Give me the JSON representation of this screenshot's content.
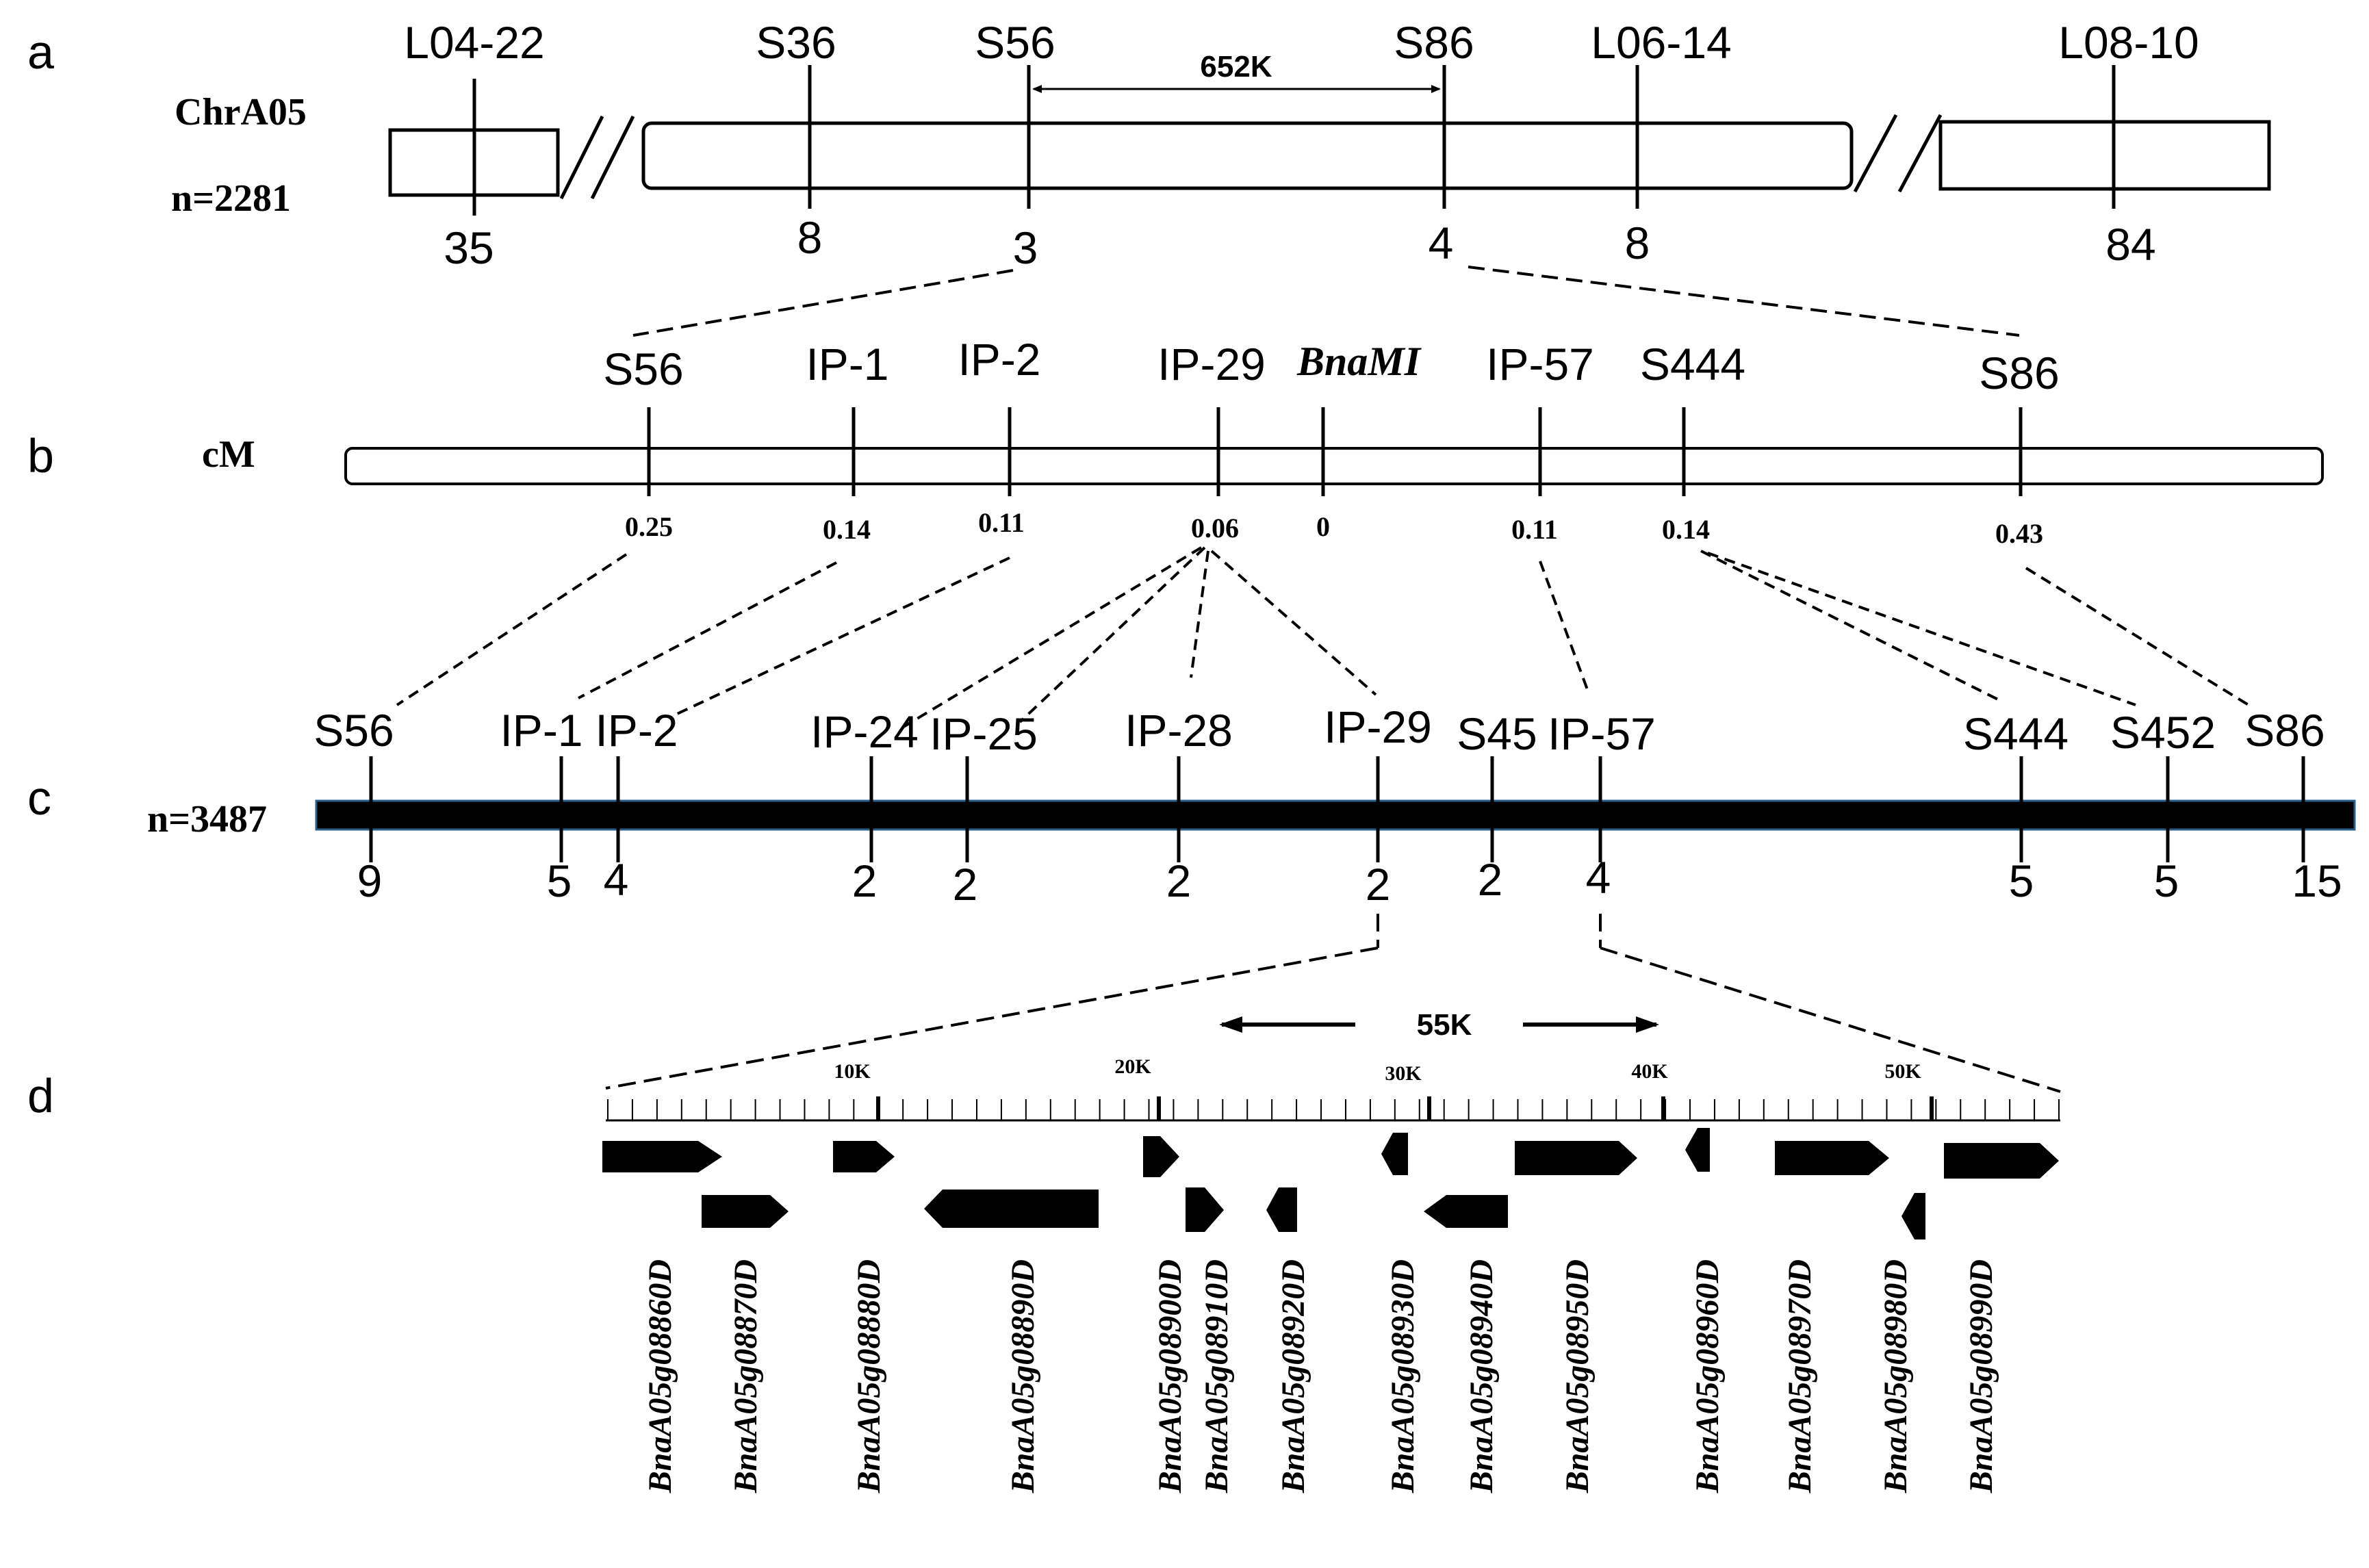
{
  "panels": {
    "a": {
      "letter": "a",
      "chrom_label": "ChrA05",
      "n_label": "n=2281",
      "markers": [
        {
          "name": "L04-22",
          "count": "35"
        },
        {
          "name": "S36",
          "count": "8"
        },
        {
          "name": "S56",
          "count": "3"
        },
        {
          "name": "S86",
          "count": "4"
        },
        {
          "name": "L06-14",
          "count": "8"
        },
        {
          "name": "L08-10",
          "count": "84"
        }
      ],
      "interval_label": "652K"
    },
    "b": {
      "letter": "b",
      "unit_label": "cM",
      "markers": [
        {
          "name": "S56",
          "cm": "0.25"
        },
        {
          "name": "IP-1",
          "cm": "0.14"
        },
        {
          "name": "IP-2",
          "cm": "0.11"
        },
        {
          "name": "IP-29",
          "cm": "0.06"
        },
        {
          "name": "BnaMI",
          "cm": "0"
        },
        {
          "name": "IP-57",
          "cm": "0.11"
        },
        {
          "name": "S444",
          "cm": "0.14"
        },
        {
          "name": "S86",
          "cm": "0.43"
        }
      ]
    },
    "c": {
      "letter": "c",
      "n_label": "n=3487",
      "markers": [
        {
          "name": "S56",
          "count": "9"
        },
        {
          "name": "IP-1",
          "count": "5"
        },
        {
          "name": "IP-2",
          "count": "4"
        },
        {
          "name": "IP-24",
          "count": "2"
        },
        {
          "name": "IP-25",
          "count": "2"
        },
        {
          "name": "IP-28",
          "count": "2"
        },
        {
          "name": "IP-29",
          "count": "2"
        },
        {
          "name": "S45",
          "count": "2"
        },
        {
          "name": "IP-57",
          "count": "4"
        },
        {
          "name": "S444",
          "count": "5"
        },
        {
          "name": "S452",
          "count": "5"
        },
        {
          "name": "S86",
          "count": "15"
        }
      ]
    },
    "d": {
      "letter": "d",
      "interval_label": "55K",
      "scale_labels": [
        "10K",
        "20K",
        "30K",
        "40K",
        "50K"
      ],
      "genes": [
        "BnaA05g08860D",
        "BnaA05g08870D",
        "BnaA05g08880D",
        "BnaA05g08890D",
        "BnaA05g08900D",
        "BnaA05g08910D",
        "BnaA05g08920D",
        "BnaA05g08930D",
        "BnaA05g08940D",
        "BnaA05g08950D",
        "BnaA05g08960D",
        "BnaA05g08970D",
        "BnaA05g08980D",
        "BnaA05g08990D"
      ]
    }
  }
}
